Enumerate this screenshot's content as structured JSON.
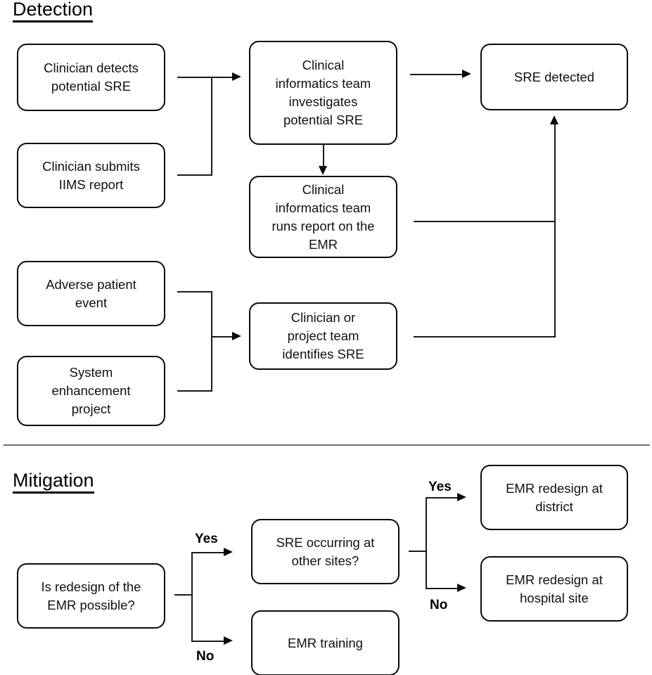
{
  "figure": {
    "type": "flowchart",
    "sections": [
      {
        "id": "detection",
        "title": "Detection",
        "nodes": [
          {
            "id": "clinician-detects",
            "label": "Clinician detects\npotential SRE"
          },
          {
            "id": "clinician-submits",
            "label": "Clinician submits\nIIMS report"
          },
          {
            "id": "adverse-event",
            "label": "Adverse patient\nevent"
          },
          {
            "id": "system-enhancement",
            "label": "System\nenhancement\nproject"
          },
          {
            "id": "team-investigates",
            "label": "Clinical\ninformatics team\ninvestigates\npotential SRE"
          },
          {
            "id": "team-runs-report",
            "label": "Clinical\ninformatics team\nruns report on the\nEMR"
          },
          {
            "id": "identifies-sre",
            "label": "Clinician or\nproject team\nidentifies SRE"
          },
          {
            "id": "sre-detected",
            "label": "SRE detected"
          }
        ]
      },
      {
        "id": "mitigation",
        "title": "Mitigation",
        "nodes": [
          {
            "id": "redesign-possible",
            "label": "Is redesign of the\nEMR possible?"
          },
          {
            "id": "sre-other-sites",
            "label": "SRE occurring at\nother sites?"
          },
          {
            "id": "emr-training",
            "label": "EMR training"
          },
          {
            "id": "redesign-district",
            "label": "EMR redesign at\ndistrict"
          },
          {
            "id": "redesign-hospital",
            "label": "EMR redesign at\nhospital site"
          }
        ],
        "edge_labels": {
          "branch1_yes": "Yes",
          "branch1_no": "No",
          "branch2_yes": "Yes",
          "branch2_no": "No"
        }
      }
    ],
    "colors": {
      "node_border": "#0a0a0a",
      "node_fill": "#ffffff",
      "connector": "#1a1a1a",
      "divider": "#6f6f6f",
      "text": "#111111"
    }
  }
}
